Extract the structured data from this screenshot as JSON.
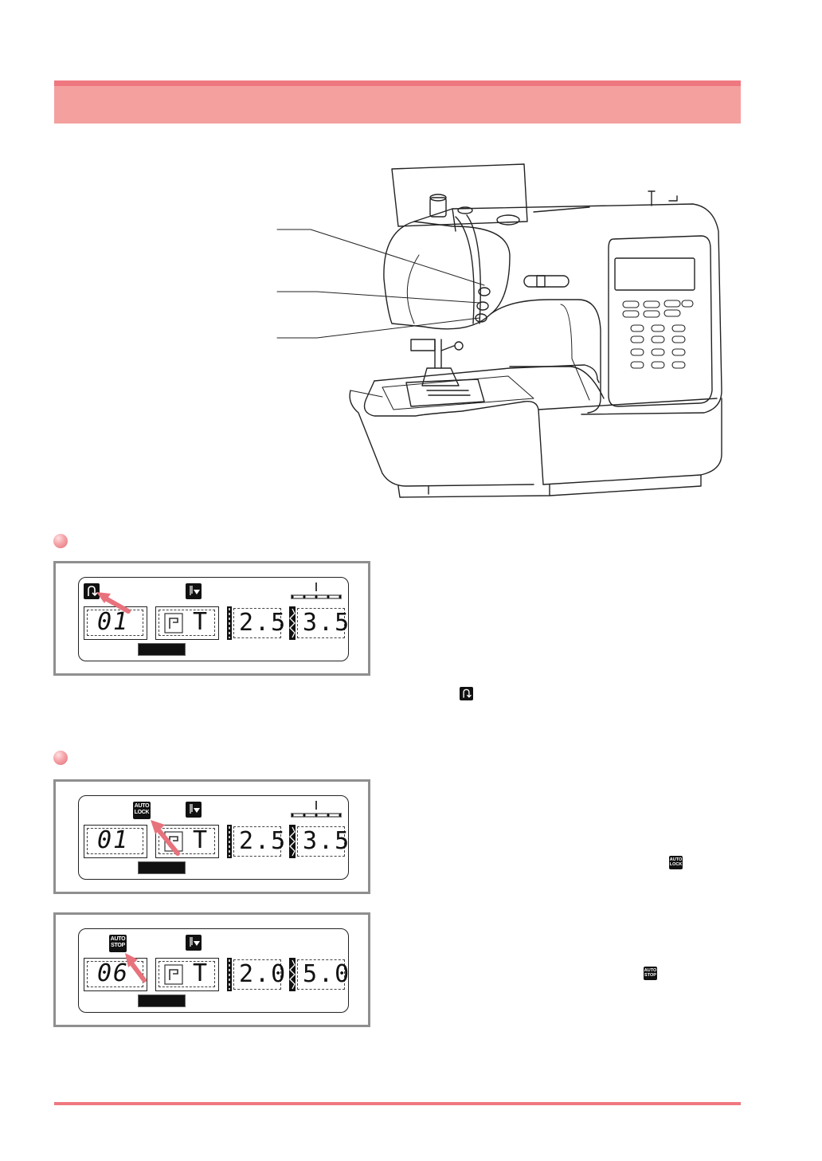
{
  "header": {
    "accent_color": "#ef7880",
    "bar_color": "#f4a09e"
  },
  "machine_illustration": {
    "icon": "sewing-machine-icon",
    "callout_count": 3
  },
  "section1": {
    "bullet_icon": "pink-dot-icon",
    "lcd": {
      "mode_icon": "reverse-stitch-icon",
      "needle_icon": "needle-down-icon",
      "pattern_number": "01",
      "foot_letter": "T",
      "stitch_length": "2.5",
      "stitch_width": "3.5"
    },
    "inline_icon": "reverse-stitch-icon"
  },
  "section2": {
    "bullet_icon": "pink-dot-icon",
    "lcd_a": {
      "mode_icon_label": "AUTO LOCK",
      "mode_icon_line1": "AUTO",
      "mode_icon_line2": "LOCK",
      "needle_icon": "needle-down-icon",
      "pattern_number": "01",
      "foot_letter": "T",
      "stitch_length": "2.5",
      "stitch_width": "3.5"
    },
    "lcd_b": {
      "mode_icon_line1": "AUTO",
      "mode_icon_line2": "STOP",
      "needle_icon": "needle-down-icon",
      "pattern_number": "06",
      "foot_letter": "T",
      "stitch_length": "2.0",
      "stitch_width": "5.0"
    },
    "inline_lock_line1": "AUTO",
    "inline_lock_line2": "LOCK",
    "inline_stop_line1": "AUTO",
    "inline_stop_line2": "STOP"
  }
}
